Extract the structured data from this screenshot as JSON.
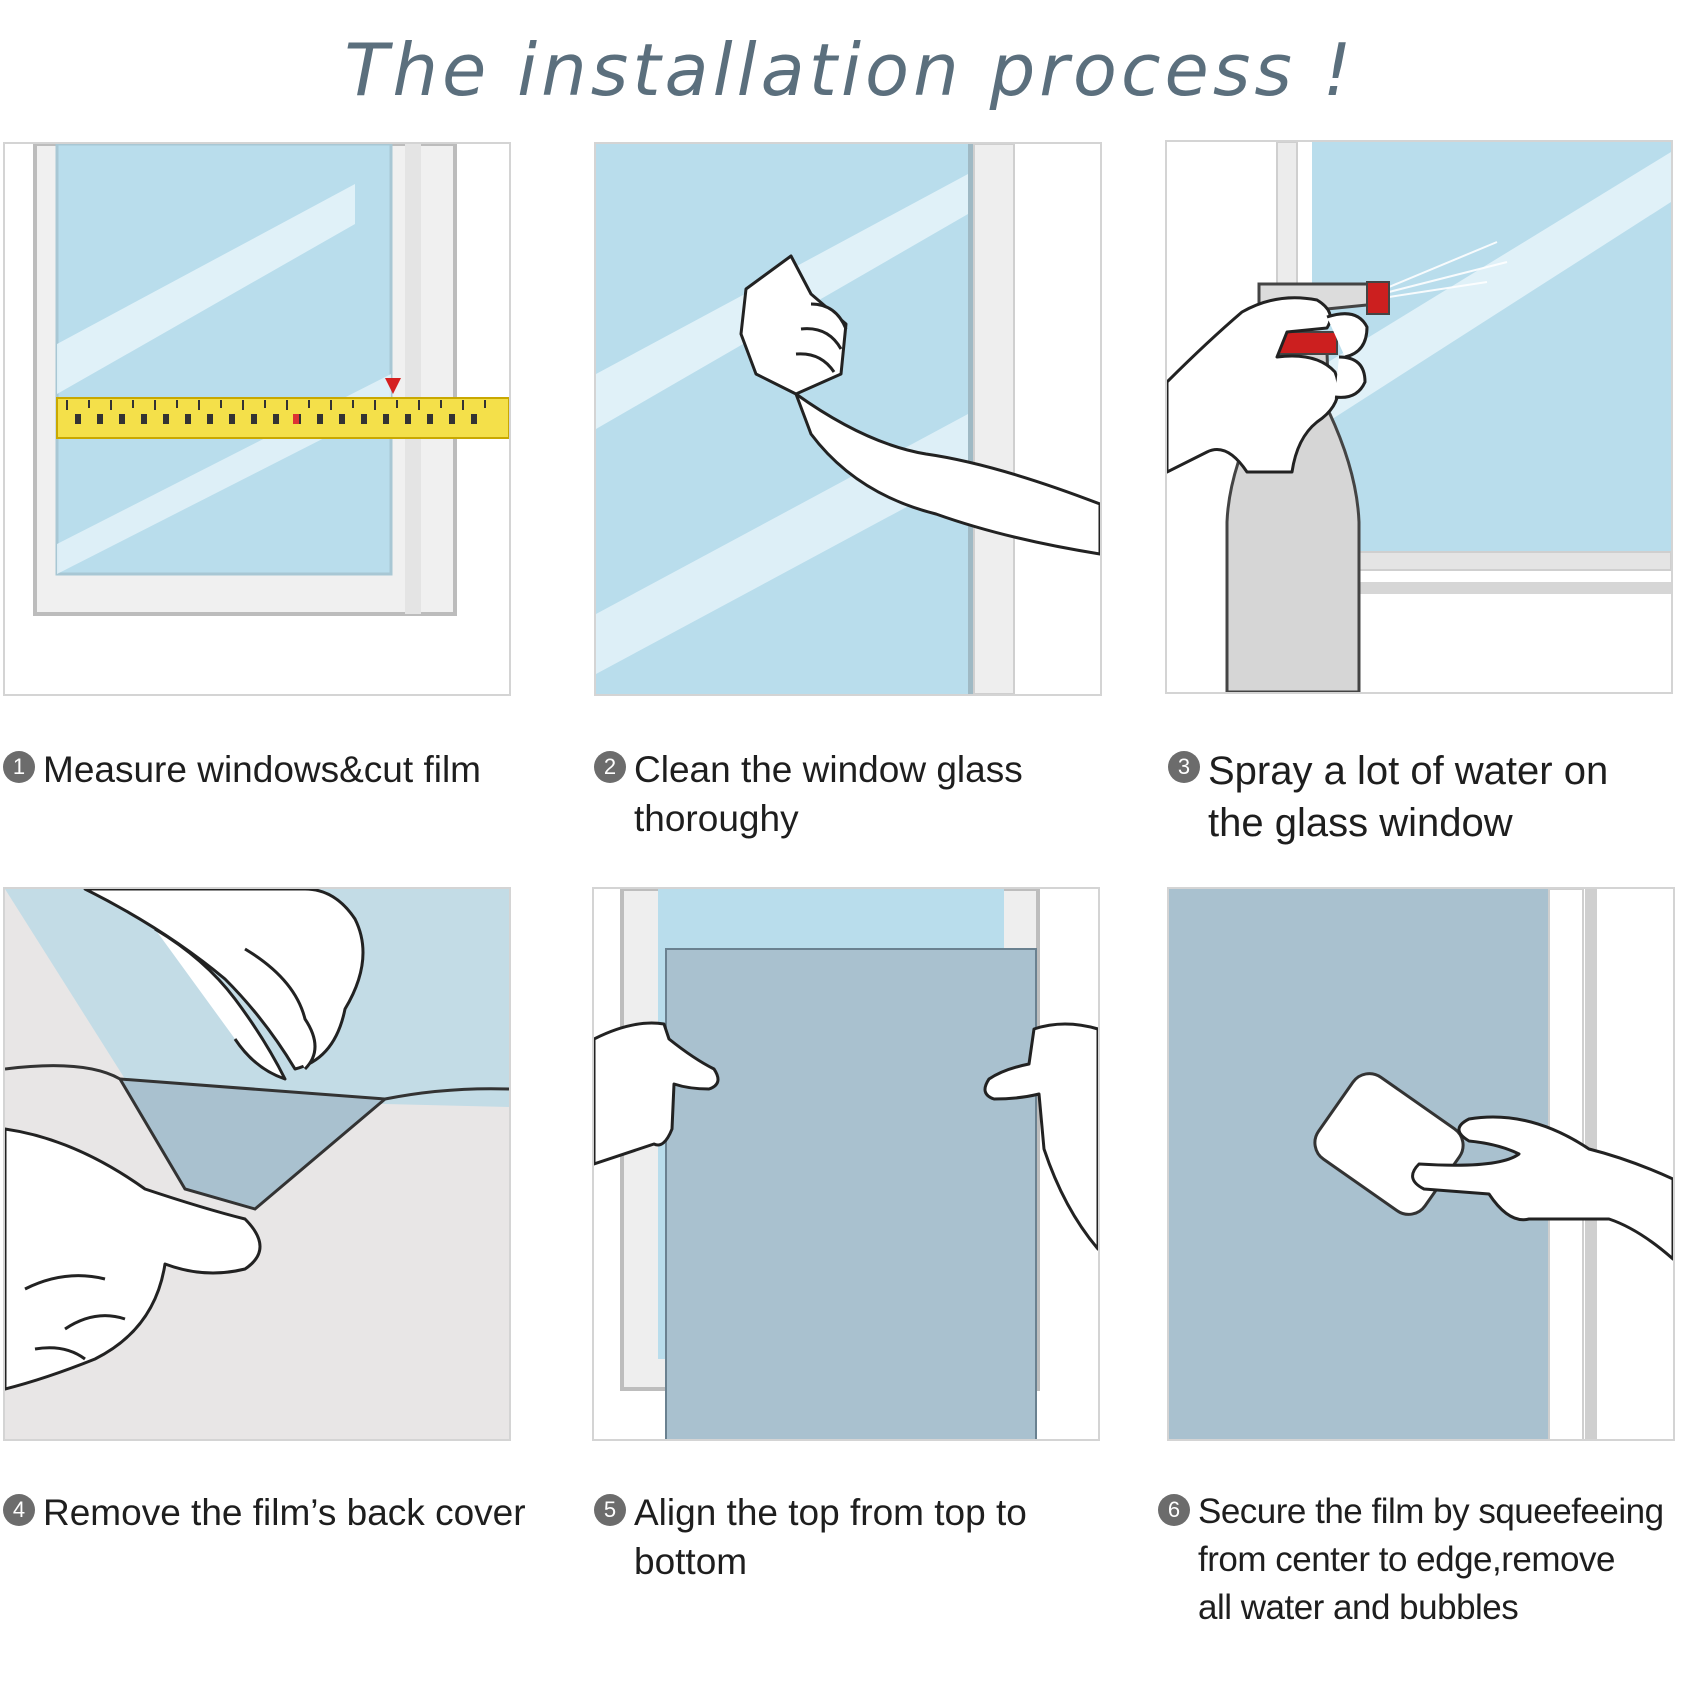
{
  "title": "The installation process !",
  "steps": [
    {
      "number": "1",
      "text": "Measure windows&cut film",
      "illustration": "tape-measure-window"
    },
    {
      "number": "2",
      "text": "Clean the window glass\nthoroughy",
      "illustration": "hand-wiping-glass"
    },
    {
      "number": "3",
      "text": "Spray a lot of water on\nthe glass window",
      "illustration": "spray-bottle"
    },
    {
      "number": "4",
      "text": "Remove the film’s back cover",
      "illustration": "peeling-film"
    },
    {
      "number": "5",
      "text": "Align the top from top to\nbottom",
      "illustration": "hands-holding-film"
    },
    {
      "number": "6",
      "text": "Secure the film by squeefeeing\nfrom center to edge,remove\nall water and bubbles",
      "illustration": "squeegee"
    }
  ],
  "colors": {
    "title": "#5b6f7d",
    "glass": "#b6dbea",
    "film": "#a9c1cf",
    "frame": "#ececec",
    "tape": "#f4e04a",
    "spray_cap": "#cc1f1f",
    "badge": "#6c6c6c"
  }
}
